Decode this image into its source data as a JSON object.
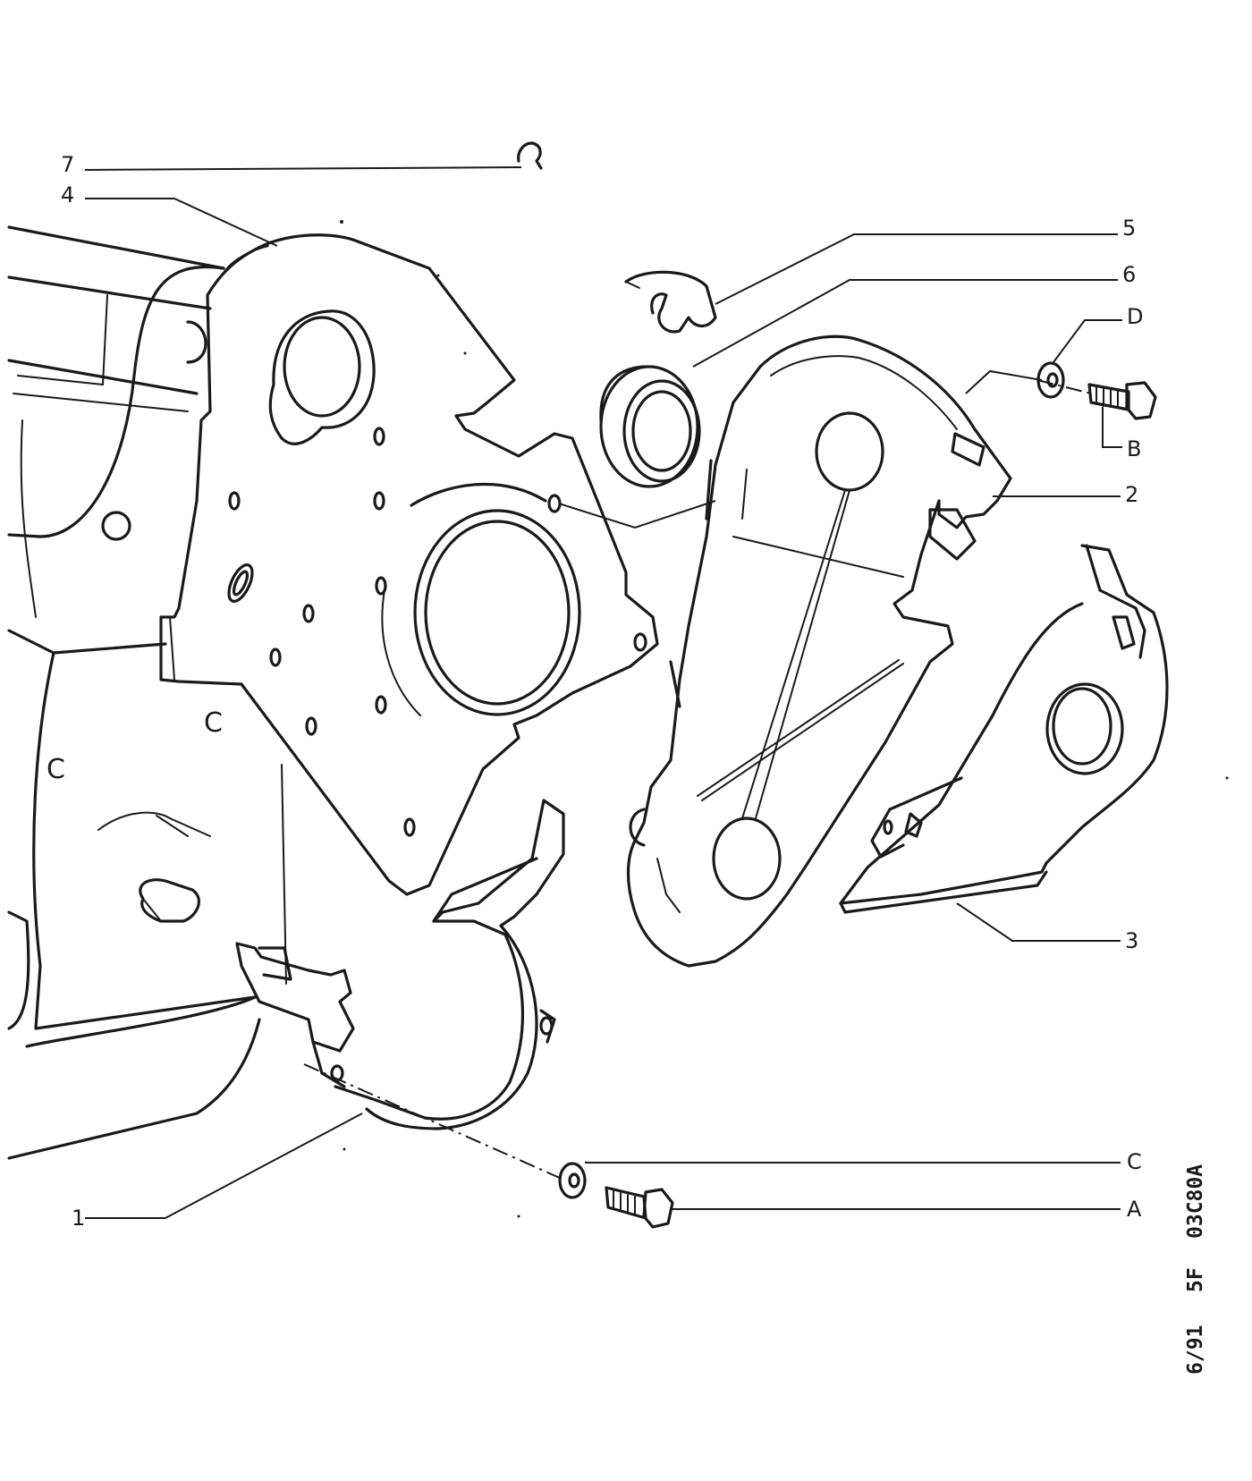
{
  "callouts": {
    "c7": "7",
    "c4": "4",
    "c5": "5",
    "c6": "6",
    "cD": "D",
    "cB": "B",
    "c2": "2",
    "c3": "3",
    "cC": "C",
    "cA": "A",
    "c1": "1"
  },
  "drawing_ref": {
    "code": "03C80A",
    "series": "5F",
    "date": "6/91"
  },
  "engine_block_marks": [
    "C",
    "C"
  ]
}
